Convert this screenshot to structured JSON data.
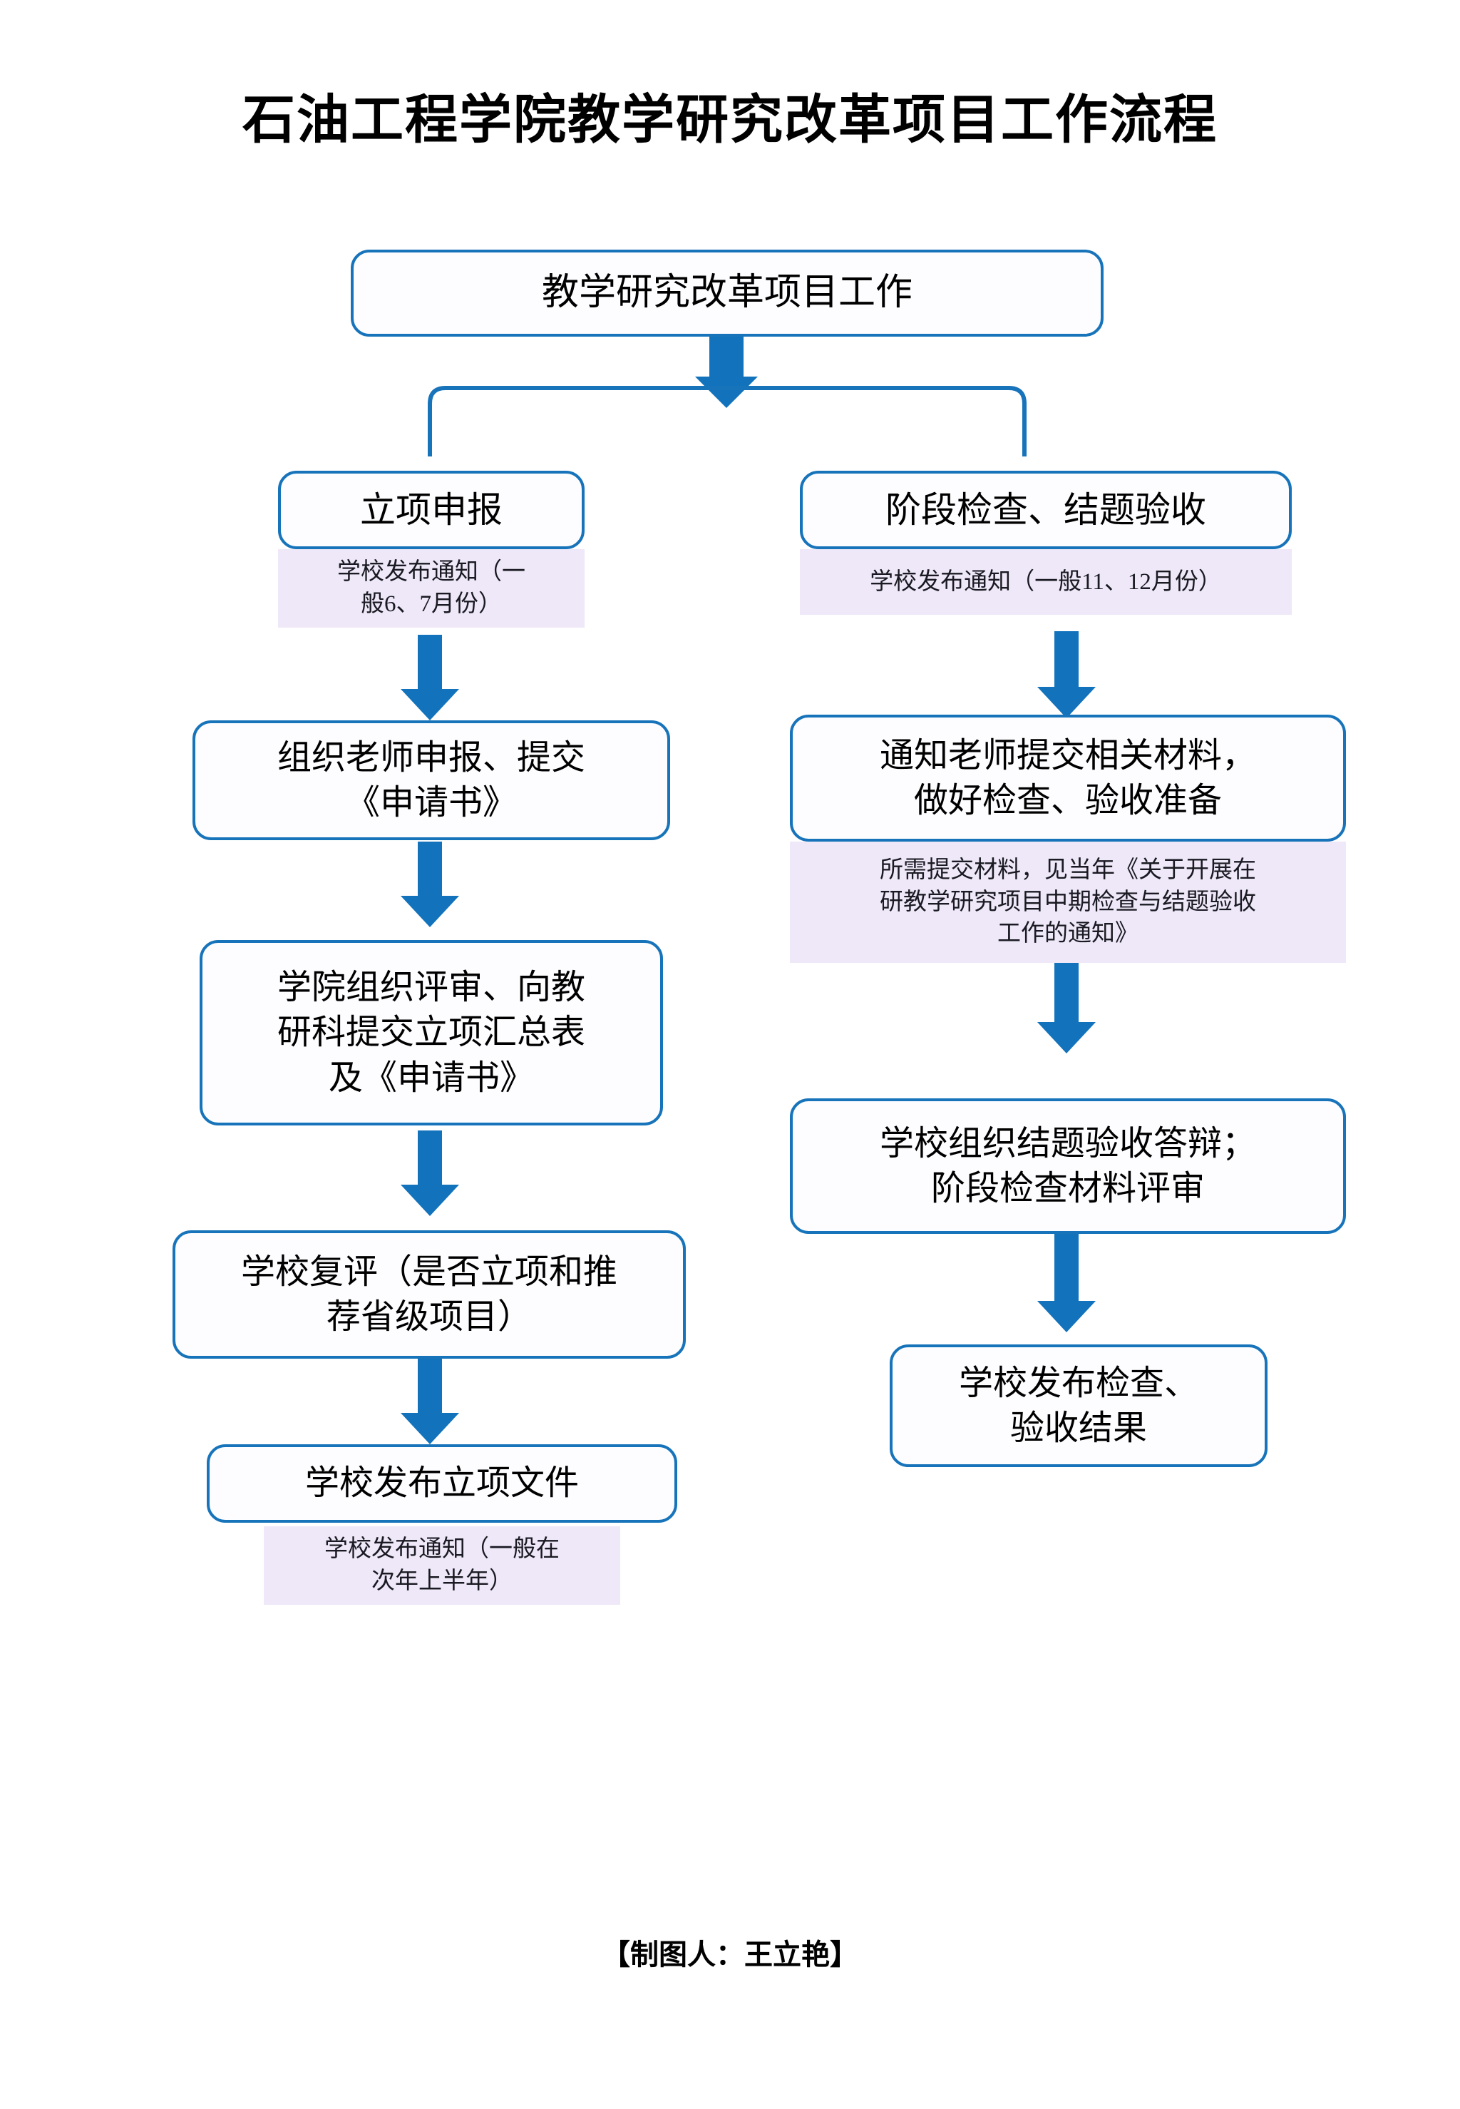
{
  "document": {
    "title": "石油工程学院教学研究改革项目工作流程",
    "credit": "【制图人：王立艳】"
  },
  "theme": {
    "accent_blue": "#1874BA",
    "arrow_blue": "#1273BC",
    "note_background": "#EFE8F8",
    "box_background": "#FDFDFF",
    "page_background": "#FFFFFF",
    "text_color": "#000000"
  },
  "flow": {
    "root": {
      "label": "教学研究改革项目工作"
    },
    "branches": [
      {
        "id": "left",
        "header": "立项申报",
        "header_note": "学校发布通知（一\n般6、7月份）",
        "steps": [
          {
            "id": "left-1",
            "label": "组织老师申报、提交\n《申请书》",
            "note": null
          },
          {
            "id": "left-2",
            "label": "学院组织评审、向教\n研科提交立项汇总表\n及《申请书》",
            "note": null
          },
          {
            "id": "left-3",
            "label": "学校复评（是否立项和推\n荐省级项目）",
            "note": null
          },
          {
            "id": "left-4",
            "label": "学校发布立项文件",
            "note": "学校发布通知（一般在\n次年上半年）"
          }
        ]
      },
      {
        "id": "right",
        "header": "阶段检查、结题验收",
        "header_note": "学校发布通知（一般11、12月份）",
        "steps": [
          {
            "id": "right-1",
            "label": "通知老师提交相关材料，\n做好检查、验收准备",
            "note": "所需提交材料，见当年《关于开展在\n研教学研究项目中期检查与结题验收\n工作的通知》"
          },
          {
            "id": "right-2",
            "label": "学校组织结题验收答辩；\n阶段检查材料评审",
            "note": null
          },
          {
            "id": "right-3",
            "label": "学校发布检查、\n验收结果",
            "note": null
          }
        ]
      }
    ]
  },
  "chart_data": {
    "type": "diagram",
    "diagram_kind": "flowchart",
    "title": "石油工程学院教学研究改革项目工作流程",
    "orientation": "top-down, two parallel lanes",
    "nodes": [
      {
        "id": "root",
        "text": "教学研究改革项目工作",
        "lane": "center"
      },
      {
        "id": "left-0",
        "text": "立项申报",
        "lane": "left"
      },
      {
        "id": "left-1",
        "text": "组织老师申报、提交《申请书》",
        "lane": "left"
      },
      {
        "id": "left-2",
        "text": "学院组织评审、向教研科提交立项汇总表及《申请书》",
        "lane": "left"
      },
      {
        "id": "left-3",
        "text": "学校复评（是否立项和推荐省级项目）",
        "lane": "left"
      },
      {
        "id": "left-4",
        "text": "学校发布立项文件",
        "lane": "left"
      },
      {
        "id": "right-0",
        "text": "阶段检查、结题验收",
        "lane": "right"
      },
      {
        "id": "right-1",
        "text": "通知老师提交相关材料，做好检查、验收准备",
        "lane": "right"
      },
      {
        "id": "right-2",
        "text": "学校组织结题验收答辩；阶段检查材料评审",
        "lane": "right"
      },
      {
        "id": "right-3",
        "text": "学校发布检查、验收结果",
        "lane": "right"
      }
    ],
    "edges": [
      {
        "from": "root",
        "to": "left-0",
        "style": "split-arrow"
      },
      {
        "from": "root",
        "to": "right-0",
        "style": "split-arrow"
      },
      {
        "from": "left-0",
        "to": "left-1",
        "style": "block-arrow"
      },
      {
        "from": "left-1",
        "to": "left-2",
        "style": "block-arrow"
      },
      {
        "from": "left-2",
        "to": "left-3",
        "style": "block-arrow"
      },
      {
        "from": "left-3",
        "to": "left-4",
        "style": "block-arrow"
      },
      {
        "from": "right-0",
        "to": "right-1",
        "style": "block-arrow"
      },
      {
        "from": "right-1",
        "to": "right-2",
        "style": "block-arrow"
      },
      {
        "from": "right-2",
        "to": "right-3",
        "style": "block-arrow"
      }
    ],
    "annotations": [
      {
        "attached_to": "left-0",
        "text": "学校发布通知（一般6、7月份）"
      },
      {
        "attached_to": "left-4",
        "text": "学校发布通知（一般在次年上半年）"
      },
      {
        "attached_to": "right-0",
        "text": "学校发布通知（一般11、12月份）"
      },
      {
        "attached_to": "right-1",
        "text": "所需提交材料，见当年《关于开展在研教学研究项目中期检查与结题验收工作的通知》"
      }
    ],
    "credit": "【制图人：王立艳】"
  }
}
